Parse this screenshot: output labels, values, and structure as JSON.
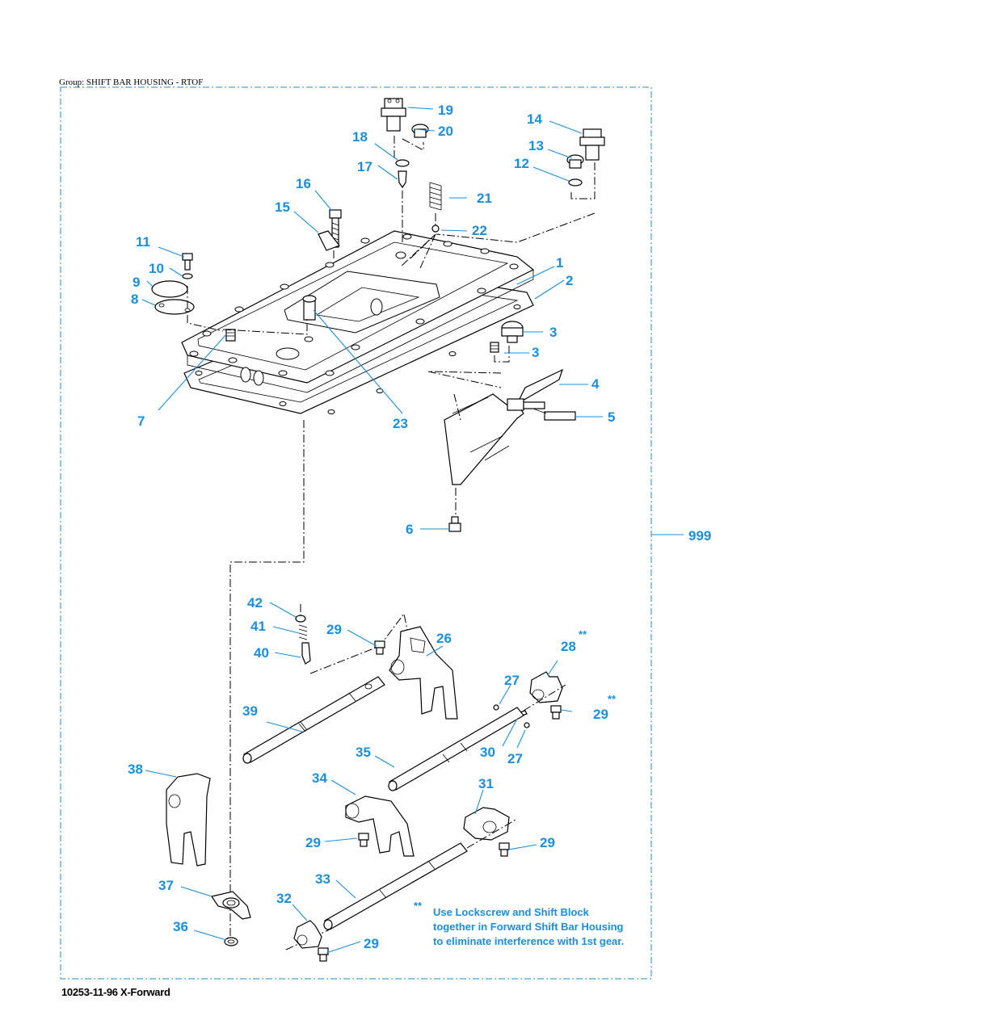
{
  "group_label": "Group: SHIFT BAR HOUSING - RTOF",
  "footer": "10253-11-96 X-Forward",
  "note": {
    "marker": "**",
    "lines": [
      "Use Lockscrew and Shift Block",
      "together in Forward Shift Bar Housing",
      "to eliminate interference with 1st gear."
    ]
  },
  "callouts": {
    "c1": "1",
    "c2": "2",
    "c3a": "3",
    "c3b": "3",
    "c4": "4",
    "c5": "5",
    "c6": "6",
    "c7": "7",
    "c8": "8",
    "c9": "9",
    "c10": "10",
    "c11": "11",
    "c12": "12",
    "c13": "13",
    "c14": "14",
    "c15": "15",
    "c16": "16",
    "c17": "17",
    "c18": "18",
    "c19": "19",
    "c20": "20",
    "c21": "21",
    "c22": "22",
    "c23": "23",
    "c26": "26",
    "c27a": "27",
    "c27b": "27",
    "c28": "28",
    "c29a": "29",
    "c29b": "29",
    "c29c": "29",
    "c29d": "29",
    "c29e": "29",
    "c30": "30",
    "c31": "31",
    "c32": "32",
    "c33": "33",
    "c34": "34",
    "c35": "35",
    "c36": "36",
    "c37": "37",
    "c38": "38",
    "c39": "39",
    "c40": "40",
    "c41": "41",
    "c42": "42",
    "c999": "999",
    "star28": "**",
    "star29": "**"
  }
}
